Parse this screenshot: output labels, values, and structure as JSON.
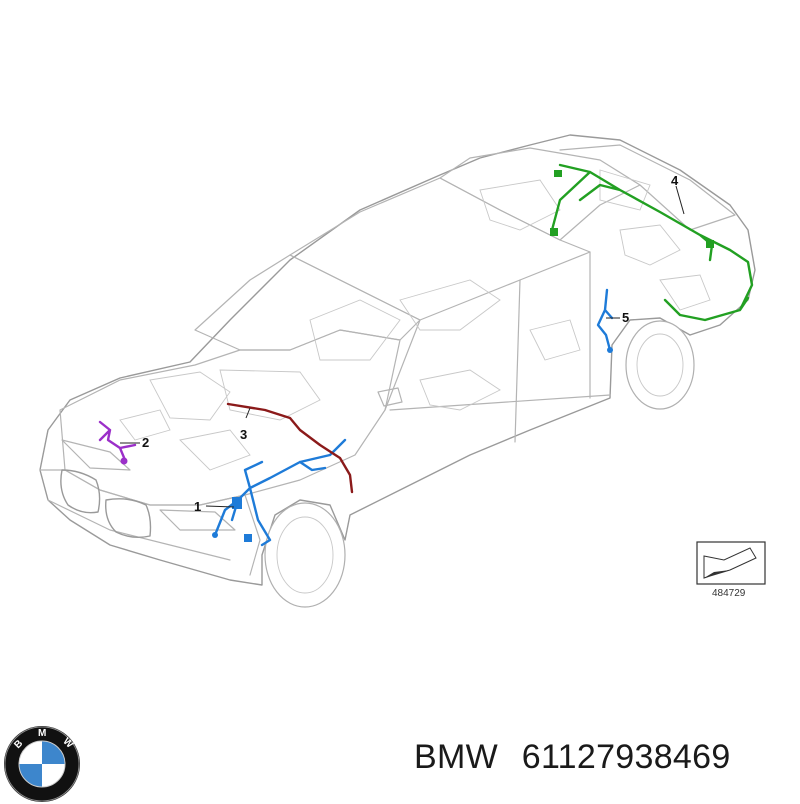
{
  "diagram": {
    "callouts": [
      {
        "label": "1",
        "color": "#1e7bd8"
      },
      {
        "label": "2",
        "color": "#9b2fc9"
      },
      {
        "label": "3",
        "color": "#8b1a1a"
      },
      {
        "label": "4",
        "color": "#22a022"
      },
      {
        "label": "5",
        "color": "#1e7bd8"
      }
    ],
    "figure_number": "484729",
    "direction_icon": "arrow-indicator-icon"
  },
  "caption": {
    "brand": "BMW",
    "part_number": "61127938469"
  },
  "logo": {
    "icon": "bmw-roundel-icon",
    "letters": [
      "B",
      "M",
      "W"
    ],
    "colors": {
      "ring": "#111111",
      "blue": "#3d86cc",
      "white": "#ffffff"
    }
  }
}
